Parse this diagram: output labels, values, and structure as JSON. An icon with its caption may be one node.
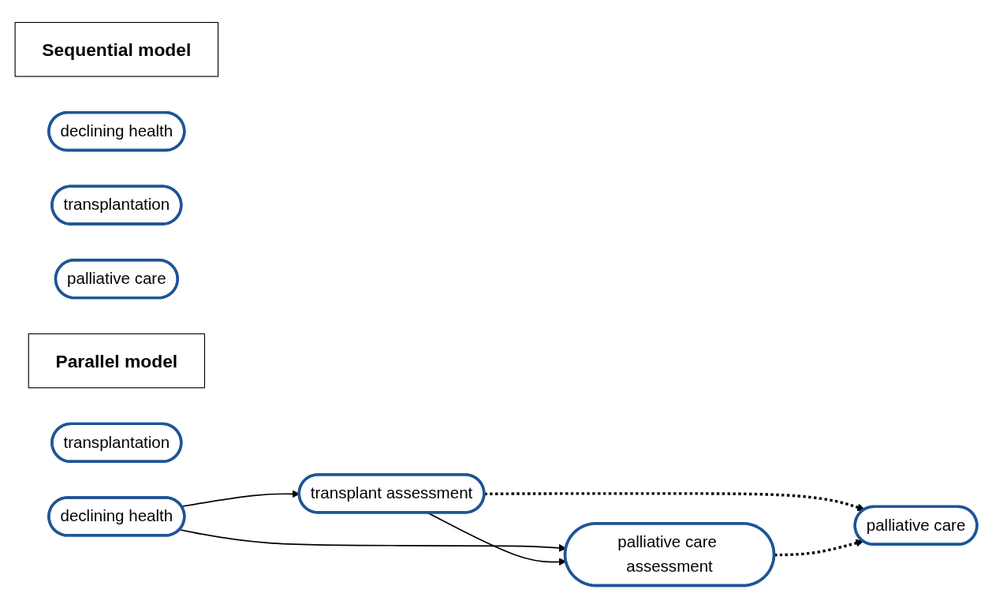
{
  "diagram": {
    "nodes": [
      {
        "text": [
          "Sequential model"
        ]
      },
      {
        "text": [
          "declining health"
        ]
      },
      {
        "text": [
          "transplantation"
        ]
      },
      {
        "text": [
          "palliative care"
        ]
      },
      {
        "text": [
          "Parallel model"
        ]
      },
      {
        "text": [
          "transplant assessment"
        ]
      },
      {
        "text": [
          "transplantation"
        ]
      },
      {
        "text": [
          "declining health"
        ]
      },
      {
        "text": [
          "palliative care assessment"
        ]
      },
      {
        "text": [
          "palliative care"
        ]
      }
    ],
    "edges": [
      {
        "from": 7,
        "to": 5,
        "arrow": "to"
      },
      {
        "from": 7,
        "to": 8,
        "arrow": "to"
      },
      {
        "from": 5,
        "to": 8,
        "arrow": "to"
      },
      {
        "from": 5,
        "to": 9,
        "arrow": "to",
        "style": "dashed"
      },
      {
        "from": 8,
        "to": 9,
        "arrow": "to",
        "style": "dashed"
      }
    ]
  }
}
